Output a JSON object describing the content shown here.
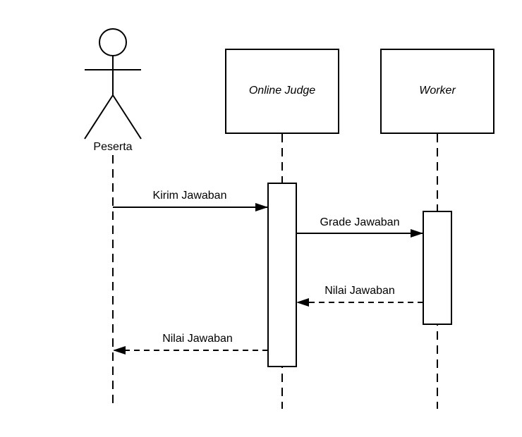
{
  "diagram": {
    "participants": {
      "actor": {
        "label": "Peserta"
      },
      "online_judge": {
        "label": "Online Judge"
      },
      "worker": {
        "label": "Worker"
      }
    },
    "messages": [
      {
        "label": "Kirim Jawaban",
        "from": "actor",
        "to": "online_judge",
        "style": "solid"
      },
      {
        "label": "Grade Jawaban",
        "from": "online_judge",
        "to": "worker",
        "style": "solid"
      },
      {
        "label": "Nilai Jawaban",
        "from": "worker",
        "to": "online_judge",
        "style": "dashed"
      },
      {
        "label": "Nilai Jawaban",
        "from": "online_judge",
        "to": "actor",
        "style": "dashed"
      }
    ]
  },
  "colors": {
    "line": "#000000",
    "background": "#ffffff"
  }
}
